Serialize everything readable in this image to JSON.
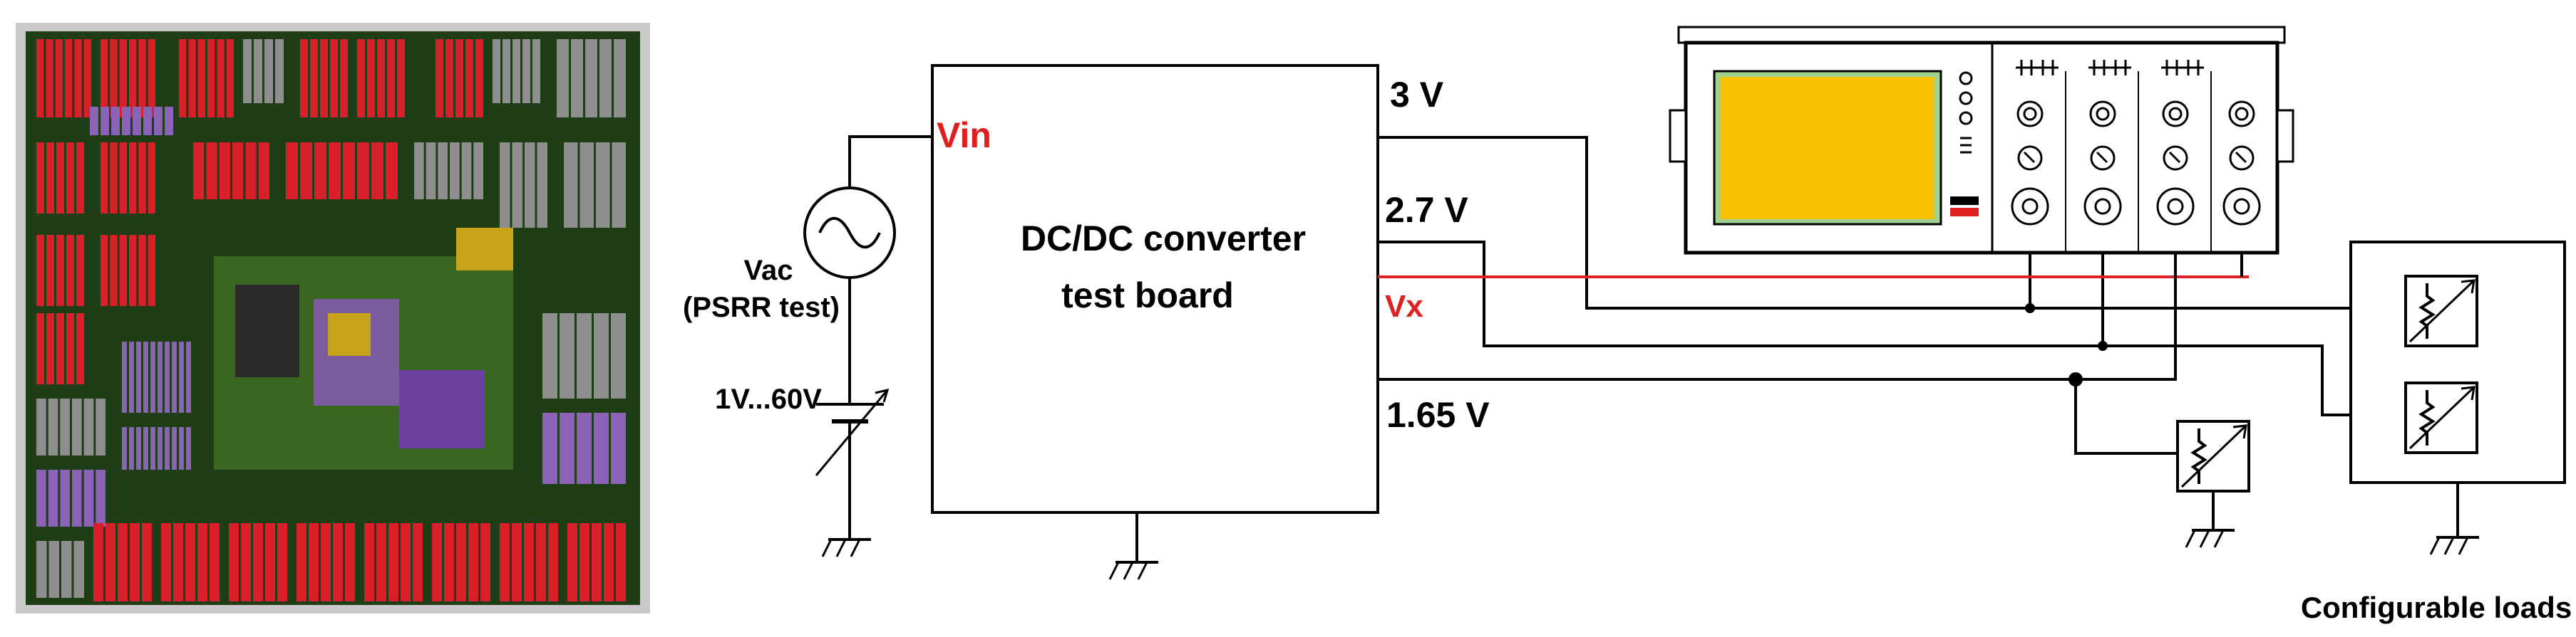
{
  "colors": {
    "wire": "#000000",
    "red_wire": "#e02020",
    "red_text": "#e02020",
    "screen": "#f7c200",
    "chip_bg": "#1f3d17",
    "chip_red": "#d81f2a",
    "chip_grey": "#8f8f8f",
    "chip_purple": "#8a63b8"
  },
  "icons": {
    "die_photo": "ic-die-photo",
    "ac_source": "ac-source-icon",
    "variable_dc_source": "variable-dc-source-icon",
    "oscilloscope": "oscilloscope-icon",
    "variable_resistor": "variable-resistor-icon",
    "ground": "ground-icon"
  },
  "labels": {
    "vin": "Vin",
    "vac": "Vac",
    "psrr": "(PSRR test)",
    "dc_range": "1V...60V",
    "board_line1": "DC/DC converter",
    "board_line2": "test board",
    "out_3v": "3 V",
    "out_2v7": "2.7 V",
    "vx": "Vx",
    "out_1v65": "1.65 V",
    "loads": "Configurable loads"
  }
}
